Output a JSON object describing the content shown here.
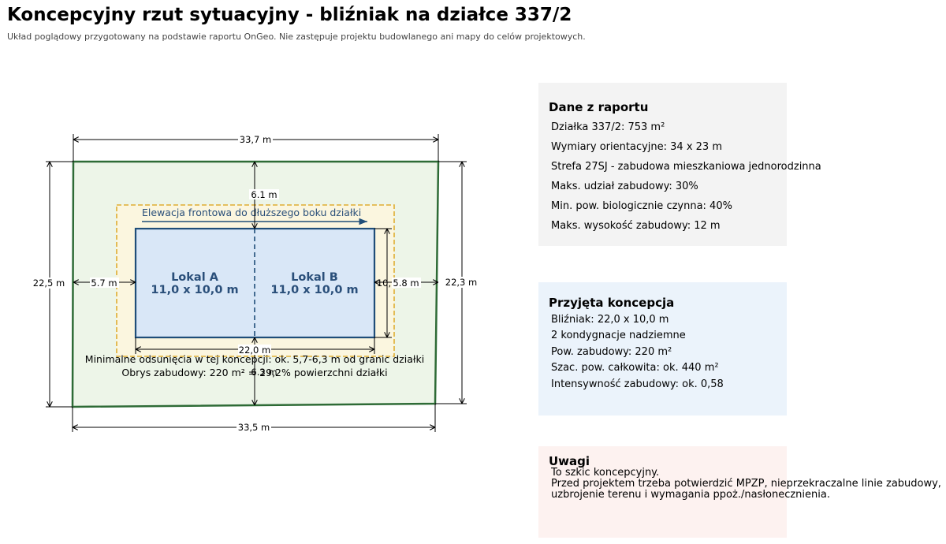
{
  "header": {
    "title": "Koncepcyjny rzut sytuacyjny - bliźniak na działce 337/2",
    "subtitle": "Układ poglądowy przygotowany na podstawie raportu OnGeo. Nie zastępuje projektu budowlanego ani mapy do celów projektowych."
  },
  "plan": {
    "dim_top": "33,7 m",
    "dim_bottom": "33,5 m",
    "dim_left": "22,5 m",
    "dim_right": "22,3 m",
    "setback_front": "6.1 m",
    "setback_left": "5.7 m",
    "setback_right": "5.8 m",
    "setback_right_extra": "10,",
    "setback_back": "6.3 m",
    "building_width": "22,0 m",
    "elevation_label": "Elewacja frontowa do dłuższego boku działki",
    "unit_a_name": "Lokal A",
    "unit_a_size": "11,0 x 10,0 m",
    "unit_b_name": "Lokal B",
    "unit_b_size": "11,0 x 10,0 m",
    "note_1": "Minimalne odsunięcia w tej koncepcji: ok. 5,7-6,3 m od granic działki",
    "note_2": "Obrys zabudowy: 220 m² = 29,2% powierzchni działki",
    "colors": {
      "plot_fill": "#edf5e8",
      "plot_border": "#2e6b36",
      "zone_fill": "#fbf6df",
      "zone_border": "#e0ad32",
      "building_fill": "#d9e7f7",
      "building_border": "#1f4e79",
      "building_text": "#2a4f7a"
    }
  },
  "panel_report": {
    "title": "Dane z raportu",
    "items": [
      "Działka 337/2: 753 m²",
      "Wymiary orientacyjne: 34 x 23 m",
      "Strefa 27SJ - zabudowa mieszkaniowa jednorodzinna",
      "Maks. udział zabudowy: 30%",
      "Min. pow. biologicznie czynna: 40%",
      "Maks. wysokość zabudowy: 12 m"
    ]
  },
  "panel_concept": {
    "title": "Przyjęta koncepcja",
    "items": [
      "Bliźniak: 22,0 x 10,0 m",
      "2 kondygnacje nadziemne",
      "Pow. zabudowy: 220 m²",
      "Szac. pow. całkowita: ok. 440 m²",
      "Intensywność zabudowy: ok. 0,58"
    ]
  },
  "panel_notes": {
    "title": "Uwagi",
    "lines": [
      "To szkic koncepcyjny.",
      "Przed projektem trzeba potwierdzić MPZP, nieprzekraczalne linie zabudowy,",
      "uzbrojenie terenu i wymagania ppoż./nasłonecznienia."
    ]
  }
}
